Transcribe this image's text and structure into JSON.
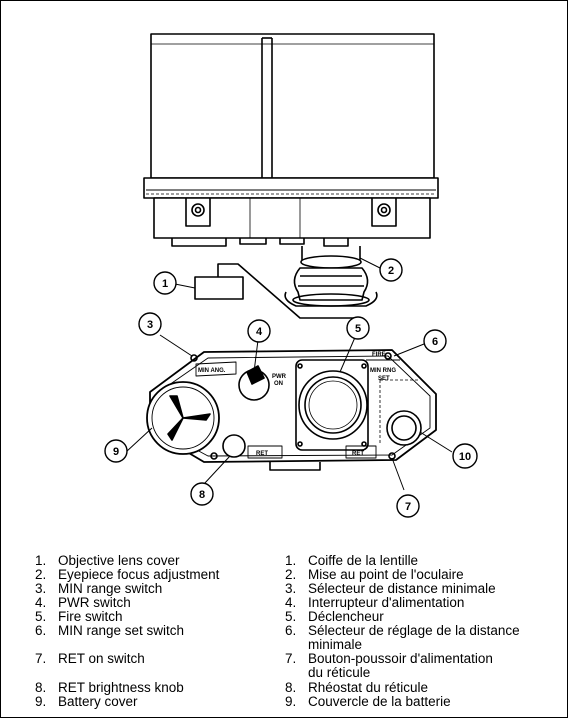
{
  "callouts": [
    "1",
    "2",
    "3",
    "4",
    "5",
    "6",
    "7",
    "8",
    "9",
    "10"
  ],
  "panel_labels": {
    "min_ang": "MIN ANG.",
    "pwr": "PWR",
    "on": "ON",
    "fire": "FIRE",
    "min_rng": "MIN RNG",
    "set": "SET",
    "ret_left": "RET",
    "ret_right": "RET"
  },
  "legend_english": [
    {
      "num": "1.",
      "text": "Objective lens cover"
    },
    {
      "num": "2.",
      "text": "Eyepiece focus adjustment"
    },
    {
      "num": "3.",
      "text": "MIN range switch"
    },
    {
      "num": "4.",
      "text": "PWR switch"
    },
    {
      "num": "5.",
      "text": "Fire switch"
    },
    {
      "num": "6.",
      "text": "MIN range set switch"
    },
    {
      "num": "7.",
      "text": "RET on switch"
    },
    {
      "num": "8.",
      "text": "RET brightness knob"
    },
    {
      "num": "9.",
      "text": "Battery cover"
    }
  ],
  "legend_french": [
    {
      "num": "1.",
      "text": "Coiffe de la lentille"
    },
    {
      "num": "2.",
      "text": "Mise au point de l'oculaire"
    },
    {
      "num": "3.",
      "text": "Sélecteur de distance minimale"
    },
    {
      "num": "4.",
      "text": "Interrupteur d'alimentation"
    },
    {
      "num": "5.",
      "text": "Déclencheur"
    },
    {
      "num": "6.",
      "text": "Sélecteur de réglage de la distance"
    },
    {
      "num": "",
      "text": "minimale"
    },
    {
      "num": "7.",
      "text": "Bouton-poussoir d'alimentation"
    },
    {
      "num": "",
      "text": "du réticule"
    },
    {
      "num": "8.",
      "text": "Rhéostat du réticule"
    },
    {
      "num": "9.",
      "text": "Couvercle de la batterie"
    }
  ]
}
